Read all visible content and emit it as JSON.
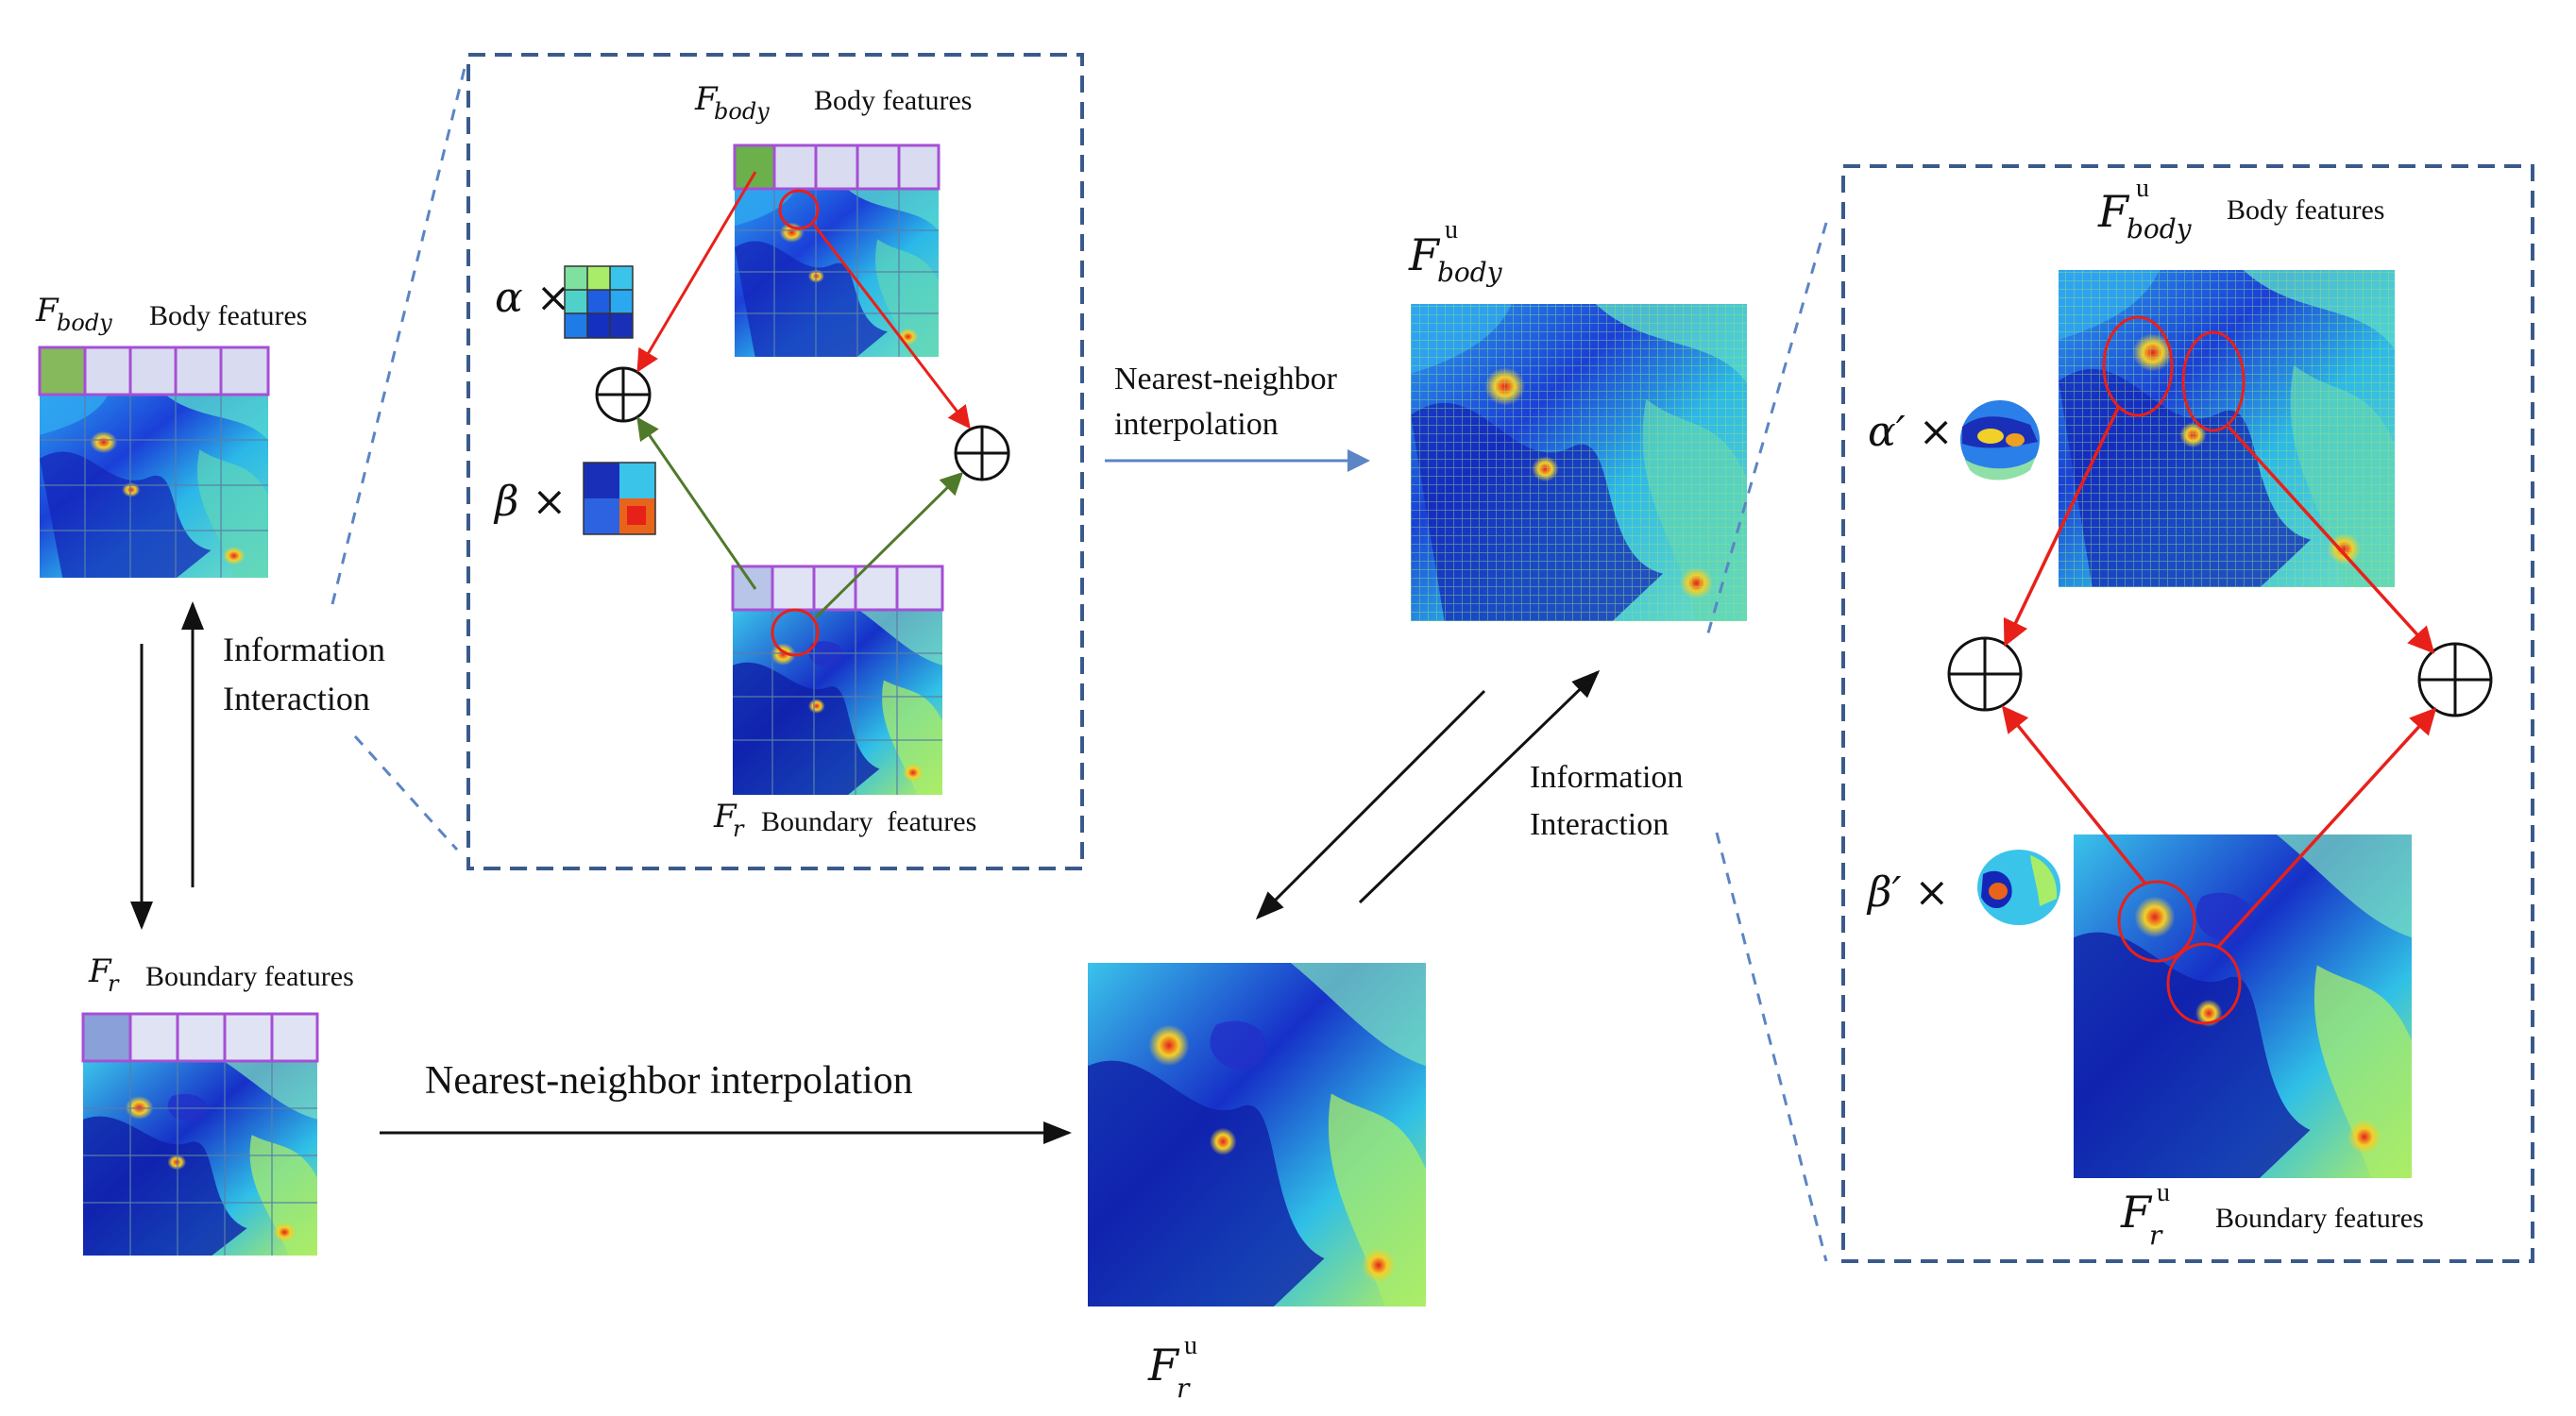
{
  "left_body": {
    "symbol": "F",
    "subscript": "body",
    "label": "Body features"
  },
  "left_boundary": {
    "symbol": "F",
    "subscript": "r",
    "label": "Boundary features"
  },
  "left_interaction": {
    "line1": "Information",
    "line2": "Interaction"
  },
  "inset1": {
    "body_symbol": "F",
    "body_subscript": "body",
    "body_label": "Body features",
    "boundary_symbol": "F",
    "boundary_subscript": "r",
    "boundary_label": "Boundary  features",
    "alpha": "α ×",
    "beta": "β ×"
  },
  "top_arrow": {
    "line1": "Nearest-neighbor",
    "line2": "interpolation"
  },
  "bottom_arrow": {
    "label": "Nearest-neighbor interpolation"
  },
  "center_body": {
    "symbol": "F",
    "subscript": "body",
    "superscript": "u"
  },
  "center_boundary": {
    "symbol": "F",
    "subscript": "r",
    "superscript": "u"
  },
  "right_interaction": {
    "line1": "Information",
    "line2": "Interaction"
  },
  "inset2": {
    "body_symbol": "F",
    "body_subscript": "body",
    "body_superscript": "u",
    "body_label": "Body features",
    "boundary_symbol": "F",
    "boundary_subscript": "r",
    "boundary_superscript": "u",
    "boundary_label": "Boundary features",
    "alpha": "α′ ×",
    "beta": "β′ ×"
  },
  "colors": {
    "dashed_box": "#3a5a8c",
    "red_arrow": "#e8201a",
    "green_arrow": "#4f7a2a",
    "blue_arrow": "#5b85c4",
    "grid_header": "#a64fd6",
    "heat_low": "#1b2fd6",
    "heat_mid": "#27c7e0",
    "heat_high": "#e84a16"
  }
}
